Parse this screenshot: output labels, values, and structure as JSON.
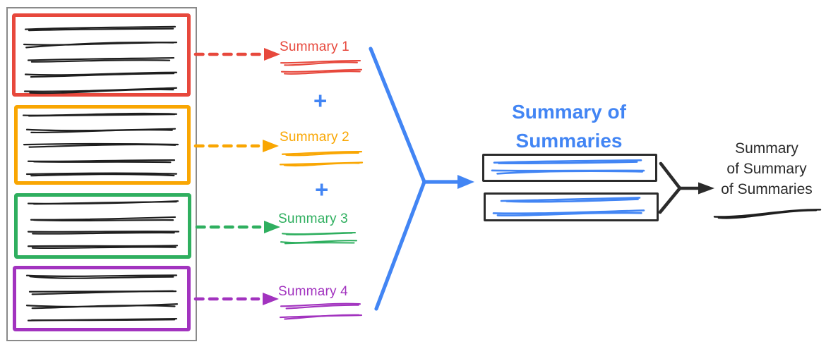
{
  "palette": {
    "red": "#E7483C",
    "orange": "#F9A602",
    "green": "#2FAF5F",
    "purple": "#A233BF",
    "blue": "#4285F4",
    "ink": "#1f1f1f",
    "box_border": "#2b2b2b",
    "container_border": "#8a8a8a"
  },
  "source_document": {
    "sections": [
      {
        "name": "section-1",
        "color": "#E7483C",
        "text_lines": 5
      },
      {
        "name": "section-2",
        "color": "#F9A602",
        "text_lines": 5
      },
      {
        "name": "section-3",
        "color": "#2FAF5F",
        "text_lines": 4
      },
      {
        "name": "section-4",
        "color": "#A233BF",
        "text_lines": 4
      }
    ]
  },
  "map_step": {
    "plus_separator": "+",
    "items": [
      {
        "label": "Summary 1",
        "color": "#E7483C"
      },
      {
        "label": "Summary 2",
        "color": "#F9A602"
      },
      {
        "label": "Summary 3",
        "color": "#2FAF5F"
      },
      {
        "label": "Summary 4",
        "color": "#A233BF"
      }
    ]
  },
  "reduce_step": {
    "title_line1": "Summary of",
    "title_line2": "Summaries",
    "box_count": 2
  },
  "final_step": {
    "label_line1": "Summary",
    "label_line2": "of Summary",
    "label_line3": "of Summaries"
  }
}
